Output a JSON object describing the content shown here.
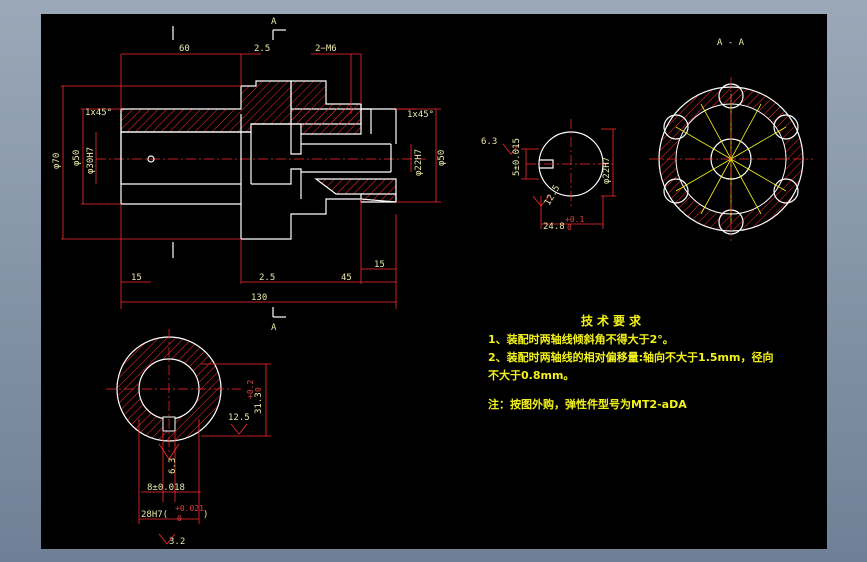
{
  "colors": {
    "background": "#000000",
    "frame": "#8a99ab",
    "outline": "#ffffff",
    "dimension": "#ff2a2a",
    "note_text": "#f2f21a",
    "hatch": "#ff2a2a"
  },
  "section_marks": {
    "top_letter": "A",
    "bottom_letter": "A",
    "section_view_title": "A - A"
  },
  "main_view_dims": {
    "d60": "60",
    "d25_top": "2.5",
    "d2m6": "2−M6",
    "chamfer_left": "1x45°",
    "chamfer_right": "1x45°",
    "dia70": "φ70",
    "dia50_left": "φ50",
    "dia30h7": "φ30H7",
    "dia22h7": "φ22H7",
    "dia50_right": "φ50",
    "d15_left": "15",
    "d25_bottom": "2.5",
    "d45": "45",
    "d15_right": "15",
    "d130": "130"
  },
  "end_view_dims": {
    "rough_63": "6.3",
    "key_5": "5±0.015",
    "rough_125": "12.5",
    "dia22": "φ22H7",
    "depth_248": "24.8",
    "tol_248": "+0.1",
    "tol_248_low": "0"
  },
  "hub_section_dims": {
    "d313": "31.3",
    "tol_313": "+0.2",
    "tol_313_low": "0",
    "rough_125": "12.5",
    "rough_63": "6.3",
    "key_8": "8±0.018",
    "d28h7": "28H7(",
    "tol_28": "+0.021",
    "tol_28_low": "0",
    "tol_28_close": ")",
    "rough_32": "3.2"
  },
  "tech_notes": {
    "title": "技术要求",
    "line1": "1、装配时两轴线倾斜角不得大于2°。",
    "line2": "2、装配时两轴线的相对偏移量:轴向不大于1.5mm，径向",
    "line3": "不大于0.8mm。",
    "line4": "注：按图外购，弹性件型号为MT2-aDA"
  }
}
